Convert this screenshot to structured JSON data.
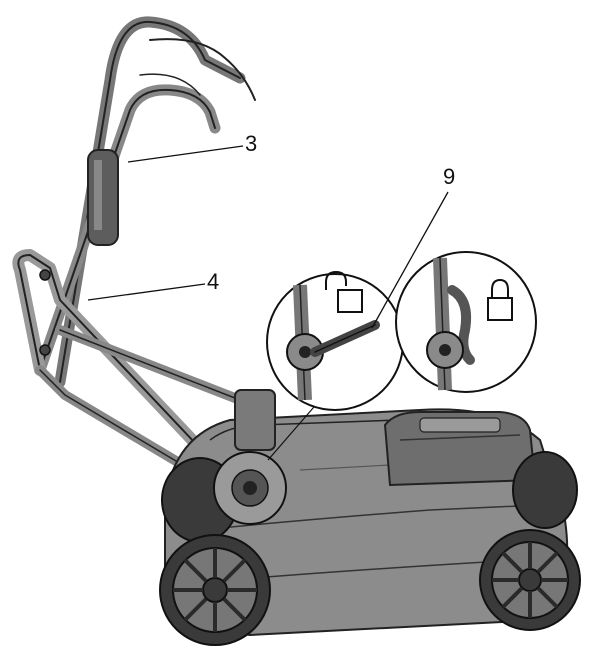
{
  "figure": {
    "callouts": [
      {
        "id": "3",
        "label": "3"
      },
      {
        "id": "4",
        "label": "4"
      },
      {
        "id": "9",
        "label": "9"
      }
    ],
    "icons": {
      "unlocked": "unlocked-padlock-icon",
      "locked": "locked-padlock-icon"
    },
    "colors": {
      "line": "#111111",
      "body": "#8a8a8a",
      "body_dark": "#5a5a5a",
      "tire": "#3a3a3a",
      "background": "#ffffff"
    }
  }
}
